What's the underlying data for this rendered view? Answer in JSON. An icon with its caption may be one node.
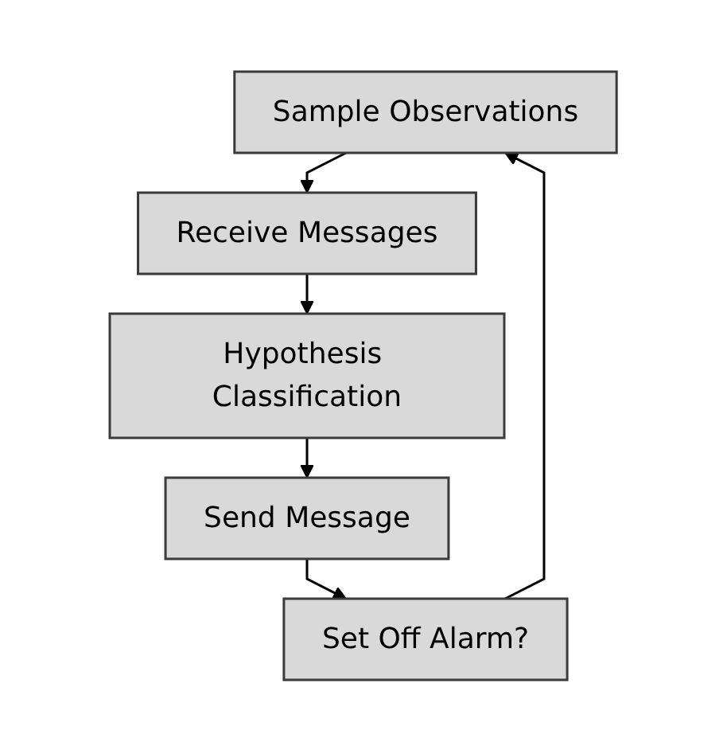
{
  "diagram": {
    "nodes": [
      {
        "text": [
          "Sample Observations"
        ]
      },
      {
        "text": [
          "Receive Messages"
        ]
      },
      {
        "text": [
          "Hypothesis Classification"
        ]
      },
      {
        "text": [
          "Send Message"
        ]
      },
      {
        "text": [
          "Set Off Alarm?"
        ]
      }
    ],
    "edges": [
      {
        "from": 0,
        "to": 1,
        "arrow": "to"
      },
      {
        "from": 1,
        "to": 2,
        "arrow": "to"
      },
      {
        "from": 2,
        "to": 3,
        "arrow": "to"
      },
      {
        "from": 3,
        "to": 4,
        "arrow": "to"
      },
      {
        "from": 4,
        "to": 0,
        "arrow": "to"
      }
    ]
  }
}
